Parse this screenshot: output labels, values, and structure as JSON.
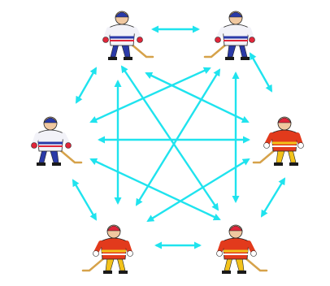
{
  "colors": {
    "arrow": "#1fe3ee",
    "background": "#ffffff",
    "white_jersey": "#f2f2f8",
    "blue_trim": "#2a3aa8",
    "red_trim": "#e0263a",
    "red_jersey": "#e23a1c",
    "yellow_trim": "#f2c21a",
    "skin": "#f0c8a0",
    "skate": "#1a1a1a",
    "stick": "#d6a24a"
  },
  "players": [
    {
      "id": "p1",
      "team": "white-blue",
      "pose": "skating-left"
    },
    {
      "id": "p2",
      "team": "white-blue",
      "pose": "skating-right"
    },
    {
      "id": "p3",
      "team": "red-yellow",
      "pose": "standing-front"
    },
    {
      "id": "p4",
      "team": "red-yellow",
      "pose": "crouch-stick-left"
    },
    {
      "id": "p5",
      "team": "red-yellow",
      "pose": "crouch-stick-right"
    },
    {
      "id": "p6",
      "team": "white-blue",
      "pose": "skating-left-low"
    }
  ],
  "connections": [
    {
      "from": "p1",
      "to": "p2"
    },
    {
      "from": "p2",
      "to": "p3"
    },
    {
      "from": "p3",
      "to": "p4"
    },
    {
      "from": "p4",
      "to": "p5"
    },
    {
      "from": "p5",
      "to": "p6"
    },
    {
      "from": "p6",
      "to": "p1"
    },
    {
      "from": "p1",
      "to": "p3"
    },
    {
      "from": "p1",
      "to": "p4"
    },
    {
      "from": "p1",
      "to": "p5"
    },
    {
      "from": "p2",
      "to": "p4"
    },
    {
      "from": "p2",
      "to": "p5"
    },
    {
      "from": "p2",
      "to": "p6"
    },
    {
      "from": "p3",
      "to": "p5"
    },
    {
      "from": "p3",
      "to": "p6"
    },
    {
      "from": "p4",
      "to": "p6"
    }
  ]
}
